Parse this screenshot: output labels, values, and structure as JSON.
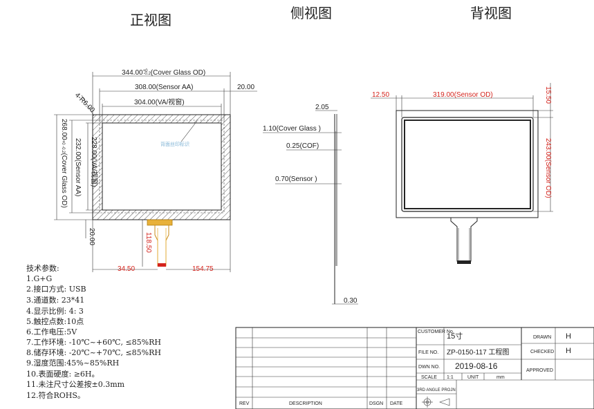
{
  "views": {
    "front": "正视图",
    "side": "侧视图",
    "back": "背视图"
  },
  "front_dims": {
    "cover_width": "344.00",
    "cover_width_tol_plus": "+0",
    "cover_width_tol_minus": "-0.2",
    "cover_width_suffix": "(Cover Glass OD)",
    "sensor_aa_width": "308.00(Sensor AA)",
    "va_width": "304.00(VA/视窗)",
    "right_margin": "20.00",
    "corner_radius": "4-R6.00",
    "cover_height": "268.00",
    "cover_height_tol": "+0 -0.2",
    "cover_height_suffix": "(Cover Glass OD)",
    "sensor_aa_height": "232.00(Sensor AA)",
    "va_height": "228.00(VA/视窗)",
    "bottom_margin": "20.00",
    "fpc_length": "118.50",
    "fpc_left": "34.50",
    "fpc_right": "154.75",
    "inner_label": "背面丝印标识"
  },
  "side_dims": {
    "total": "2.05",
    "cover_glass": "1.10(Cover Glass )",
    "cof": "0.25(COF)",
    "sensor": "0.70(Sensor )",
    "fpc": "0.30"
  },
  "back_dims": {
    "left_offset": "12.50",
    "sensor_width": "319.00(Sensor OD)",
    "top_offset": "15.50",
    "sensor_height": "243.00(Sensor OD)"
  },
  "specs": {
    "heading": "技术参数:",
    "items": [
      "1.G+G",
      "2.接口方式: USB",
      "3.通道数: 23*41",
      "4.显示比例: 4: 3",
      "5.触控点数:10点",
      "6.工作电压:5V",
      "7.工作环境: -10℃~+60℃, ≤85%RH",
      "8.储存环境: -20℃~+70℃, ≤85%RH",
      "9.湿度范围:45%~85%RH",
      "10.表面硬度: ≥6H。",
      "11.未注尺寸公差按±0.3mm",
      "12.符合ROHS。"
    ]
  },
  "title_block": {
    "customer_label": "CUSTOMER No.",
    "customer_value": "15寸",
    "file_label": "FILE NO.",
    "file_value": "ZP-0150-117 工程图",
    "dwn_label": "DWN NO.",
    "dwn_value": "2019-08-16",
    "scale_label": "SCALE",
    "scale_value": "1:1",
    "unit_label": "UNIT",
    "unit_value": "mm",
    "drawn_label": "DRAWN",
    "drawn_value": "H",
    "checked_label": "CHECKED",
    "checked_value": "H",
    "approved_label": "APPROVED",
    "proj_label": "3RD ANGLE PROJN",
    "rev_label": "REV",
    "desc_label": "DESCRIPTION",
    "dsgn_label": "DSGN",
    "date_label": "DATE"
  }
}
